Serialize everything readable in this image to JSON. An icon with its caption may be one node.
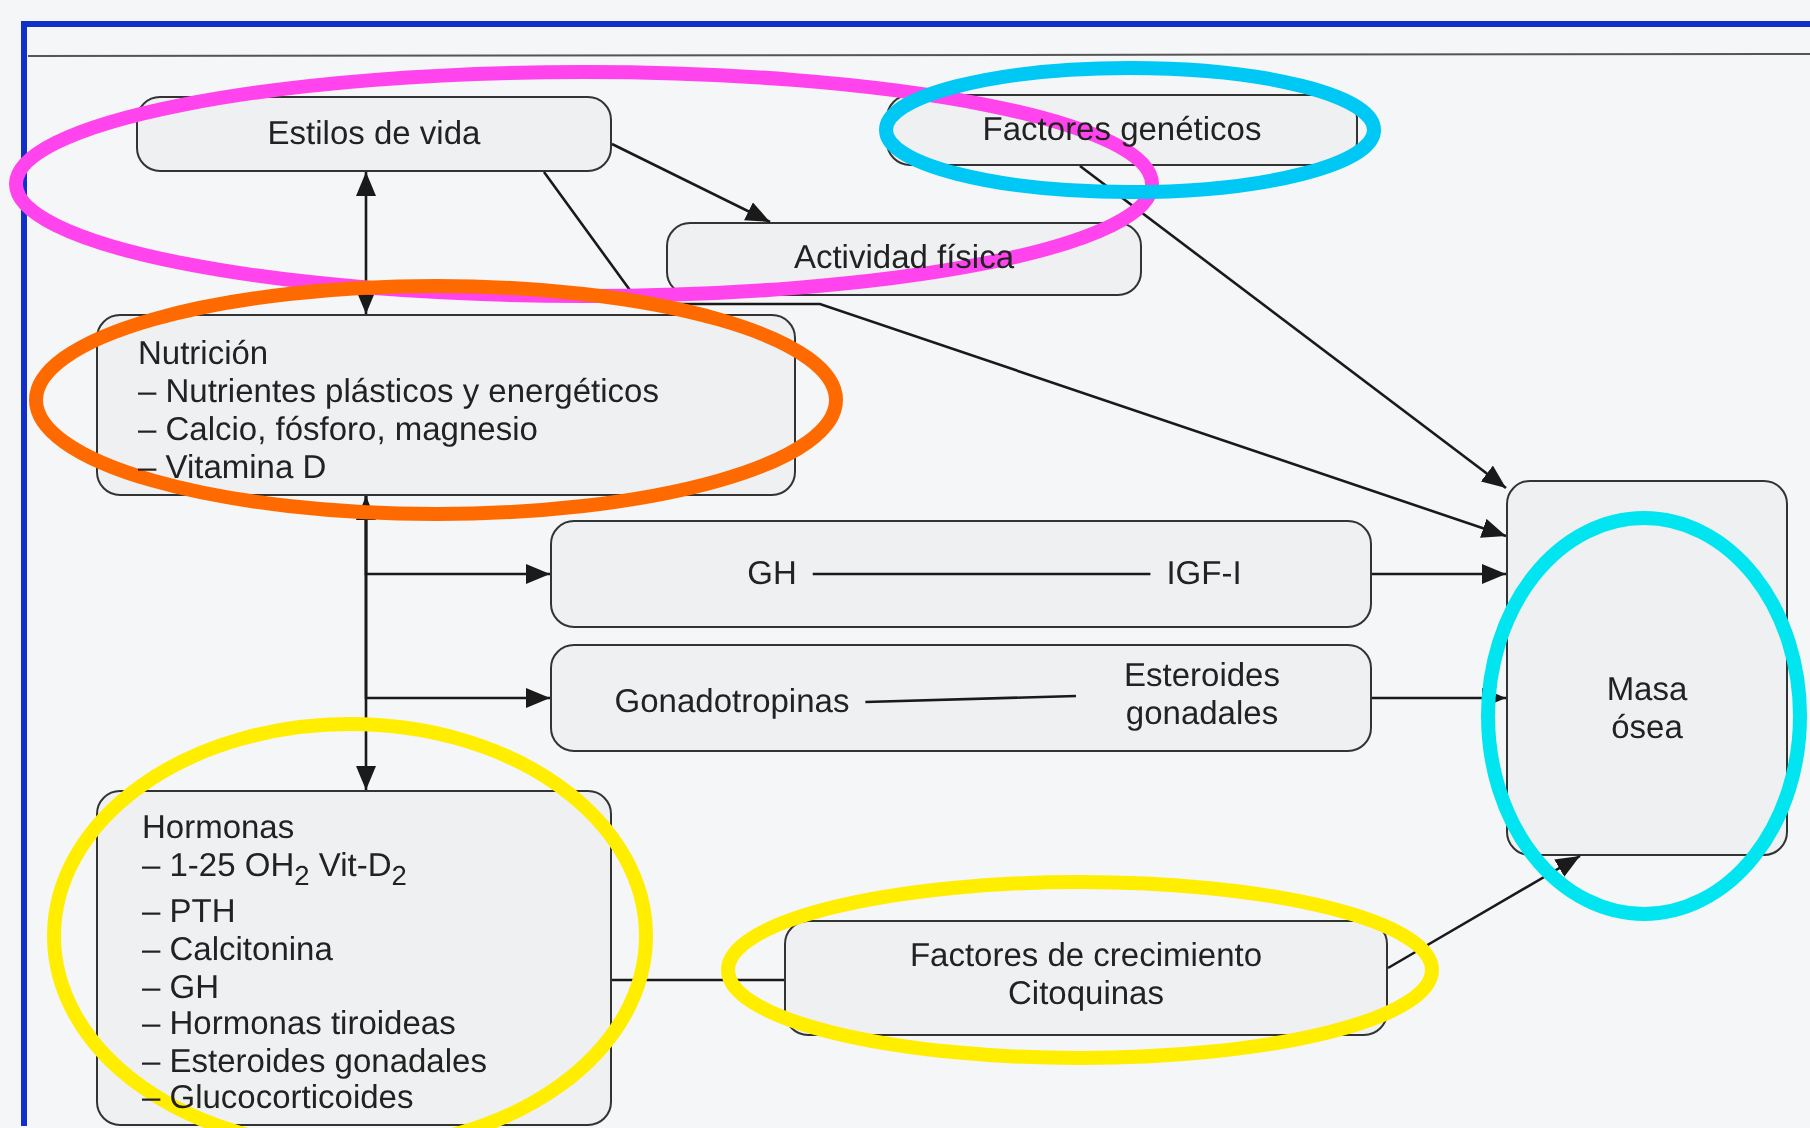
{
  "diagram": {
    "nodes": [
      {
        "text": [
          "Estilos de vida"
        ]
      },
      {
        "text": [
          "Factores genéticos"
        ]
      },
      {
        "text": [
          "Actividad física"
        ]
      },
      {
        "text": [
          "Nutrición",
          "– Nutrientes plásticos y energéticos",
          "– Calcio, fósforo, magnesio",
          "– Vitamina D"
        ]
      },
      {
        "text": [],
        "shape": "box"
      },
      {
        "text": [
          "GH"
        ],
        "in": 4
      },
      {
        "text": [
          "IGF-I"
        ],
        "in": 4
      },
      {
        "text": [],
        "shape": "box"
      },
      {
        "text": [
          "Gonadotropinas"
        ],
        "in": 7
      },
      {
        "text": [
          "Esteroides gonadales"
        ],
        "in": 7
      },
      {
        "text": [
          "Masa ósea"
        ]
      },
      {
        "text": [
          "Hormonas",
          "– 1-25 OH$_{2}$ Vit-D$_{2}$",
          "– PTH",
          "– Calcitonina",
          "– GH",
          "– Hormonas tiroideas",
          "– Esteroides gonadales",
          "– Glucocorticoides"
        ]
      },
      {
        "text": [
          "Factores de crecimiento",
          "Citoquinas"
        ]
      }
    ],
    "edges": [
      {
        "from": 0,
        "to": 2,
        "arrow": "to"
      },
      {
        "from": 0,
        "to": 10,
        "arrow": "to"
      },
      {
        "from": 1,
        "to": 10,
        "arrow": "to"
      },
      {
        "from": 0,
        "to": 3,
        "arrow": "both"
      },
      {
        "from": 3,
        "to": 11,
        "arrow": "both"
      },
      {
        "from": 3,
        "to": 4,
        "arrow": "to"
      },
      {
        "from": 3,
        "to": 7,
        "arrow": "to"
      },
      {
        "from": 5,
        "to": 6,
        "arrow": "none"
      },
      {
        "from": 8,
        "to": 9,
        "arrow": "none"
      },
      {
        "from": 4,
        "to": 10,
        "arrow": "to"
      },
      {
        "from": 7,
        "to": 10,
        "arrow": "to"
      },
      {
        "from": 11,
        "to": 12,
        "arrow": "none"
      },
      {
        "from": 12,
        "to": 10,
        "arrow": "to"
      }
    ]
  }
}
